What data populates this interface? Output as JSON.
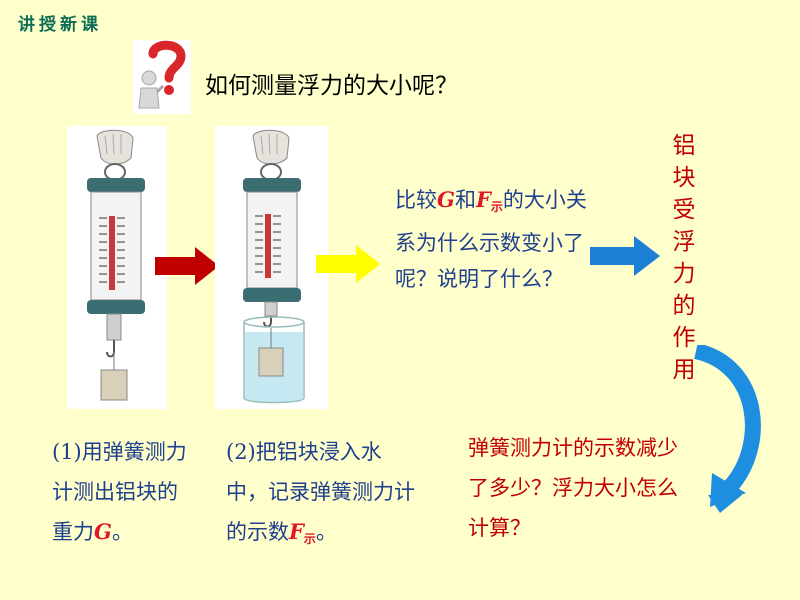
{
  "header": {
    "tag": "讲授新课"
  },
  "question": {
    "icon": "question-person-icon",
    "text": "如何测量浮力的大小呢？"
  },
  "center_text": {
    "part1": "比较",
    "g": "G",
    "part2": "和",
    "f": "F",
    "f_sub": "示",
    "part3": "的大小关系为什么示数变小了呢？说明了什么？"
  },
  "right_vertical": {
    "text": "铝块受浮力的作用"
  },
  "step1": {
    "prefix": "(1)",
    "text": "用弹簧测力计测出铝块的重力",
    "g": "G",
    "end": "。"
  },
  "step2": {
    "prefix": "(2)",
    "text": "把铝块浸入水中，记录弹簧测力计的示数",
    "f": "F",
    "f_sub": "示",
    "end": "。"
  },
  "step3": {
    "text": "弹簧测力计的示数减少了多少？浮力大小怎么计算？"
  },
  "colors": {
    "background": "#FFFFCC",
    "tag": "#0E6E55",
    "blue_text": "#1F3F8F",
    "red_text": "#C00000",
    "emphasis": "#E0162B",
    "arrow_red": "#C00000",
    "arrow_yellow": "#FFFF00",
    "arrow_blue": "#1E7FD6"
  }
}
